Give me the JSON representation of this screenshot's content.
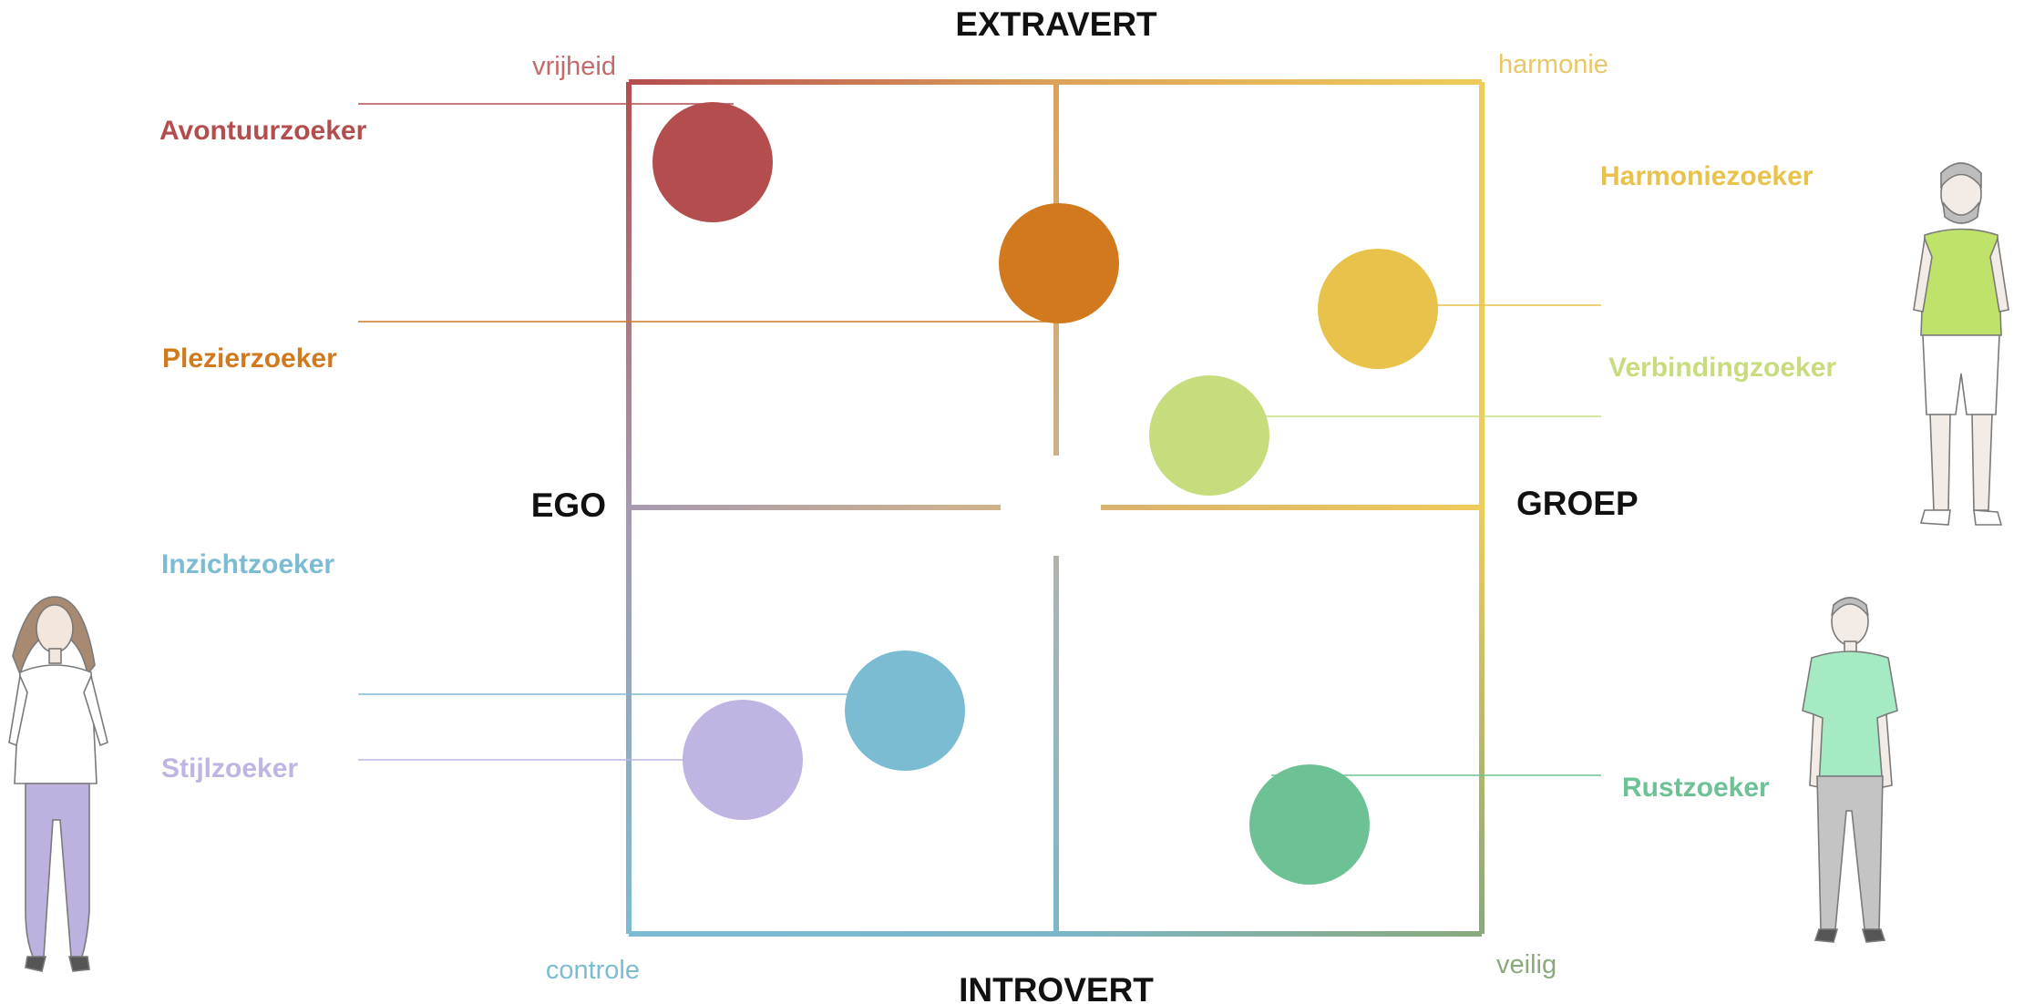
{
  "axes": {
    "top": "EXTRAVERT",
    "bottom": "INTROVERT",
    "left": "EGO",
    "right": "GROEP"
  },
  "corners": {
    "top_left": "vrijheid",
    "top_right": "harmonie",
    "bottom_left": "controle",
    "bottom_right": "veilig"
  },
  "segments": [
    {
      "name": "Avontuurzoeker",
      "color": "#b44e4e"
    },
    {
      "name": "Plezierzoeker",
      "color": "#d2791e"
    },
    {
      "name": "Harmoniezoeker",
      "color": "#e8c24a"
    },
    {
      "name": "Verbindingzoeker",
      "color": "#c7dd7d"
    },
    {
      "name": "Inzichtzoeker",
      "color": "#7bbcd2"
    },
    {
      "name": "Stijlzoeker",
      "color": "#c0b4e2"
    },
    {
      "name": "Rustzoeker",
      "color": "#6cc294"
    }
  ],
  "colors": {
    "ego": "#b44e4e",
    "groep": "#e8c24a",
    "introvert": "#7bbcd2",
    "veilig": "#8aa97c"
  }
}
